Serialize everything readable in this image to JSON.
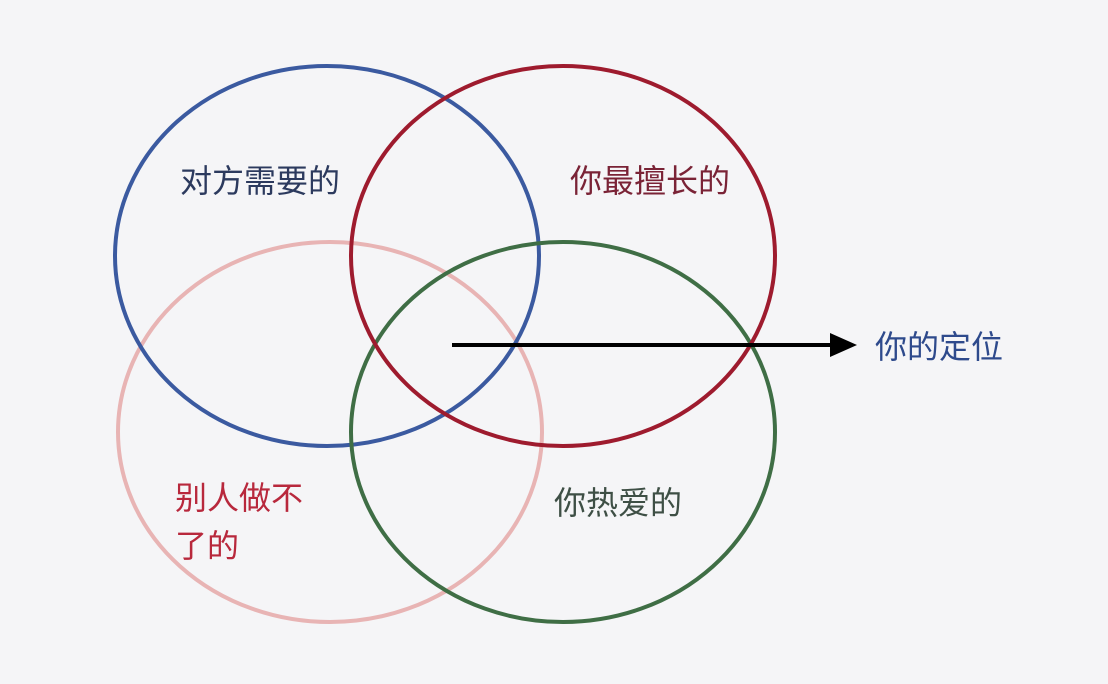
{
  "diagram": {
    "circles": [
      {
        "id": "needs",
        "label": "对方需要的",
        "color": "#3b5aa0"
      },
      {
        "id": "best",
        "label": "你最擅长的",
        "color": "#9e1b2e"
      },
      {
        "id": "unique",
        "label_lines": [
          "别人做不",
          "了的"
        ],
        "color": "#e8b4b4",
        "text_color": "#b8283c"
      },
      {
        "id": "love",
        "label": "你热爱的",
        "color": "#3f6e45"
      }
    ],
    "pointer": {
      "label": "你的定位",
      "color": "#000000",
      "label_color": "#2e4a8c"
    }
  }
}
